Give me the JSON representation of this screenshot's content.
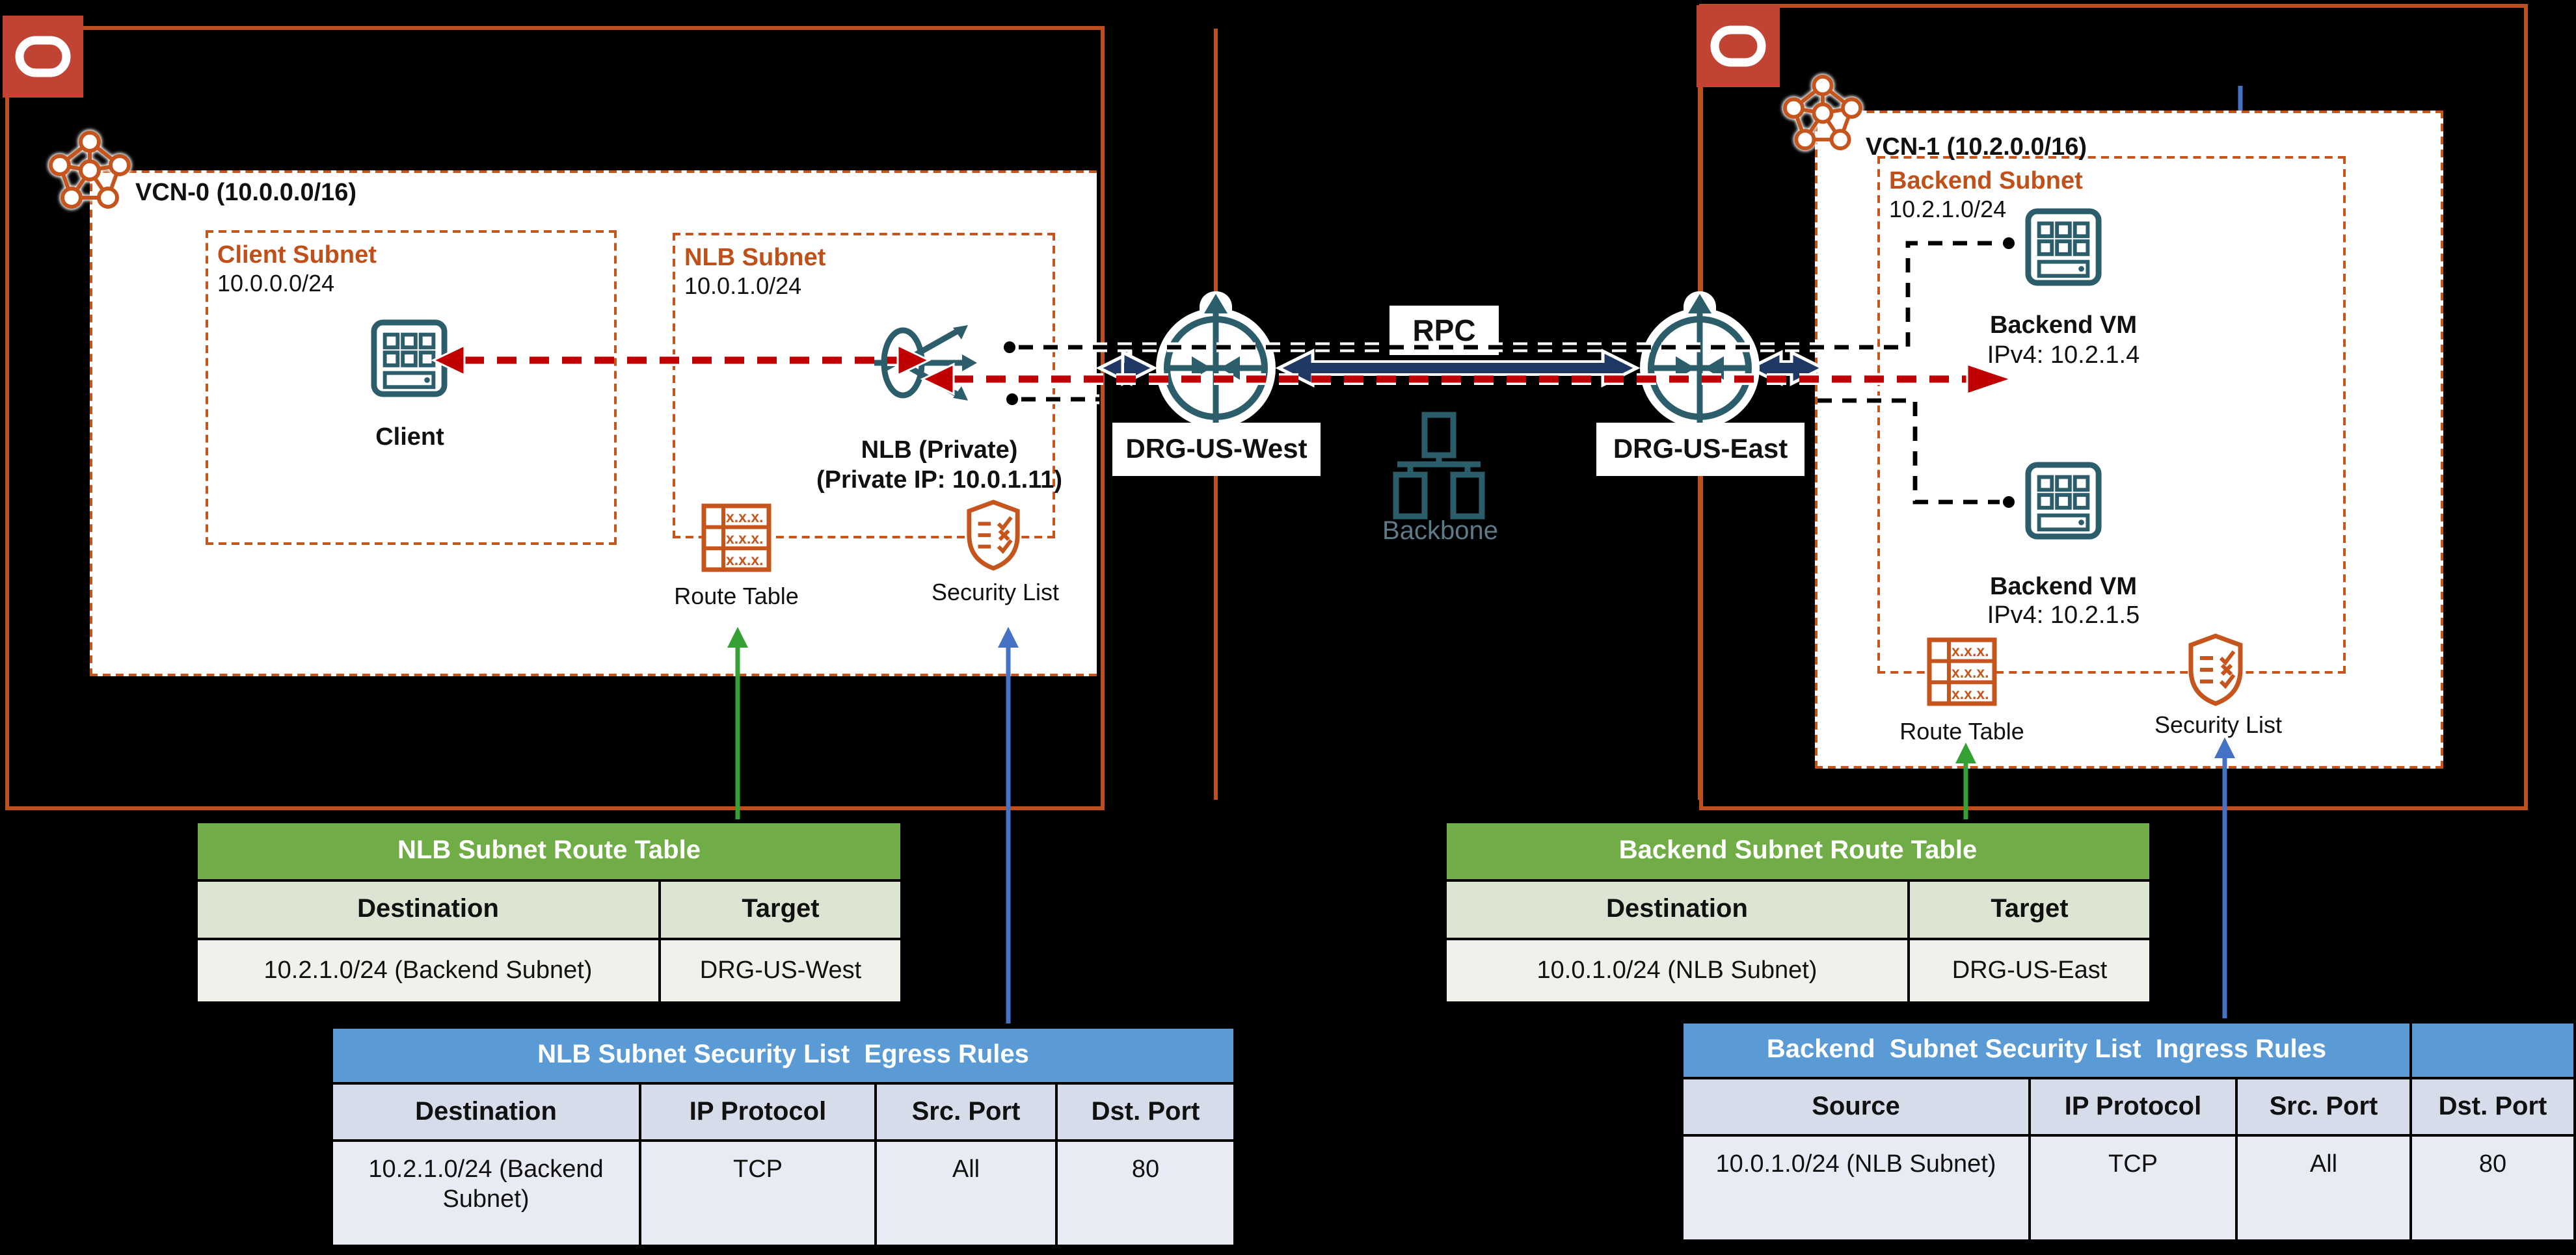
{
  "regions": {
    "west": {
      "vcn_label": "VCN-0 (10.0.0.0/16)",
      "client_subnet": {
        "title": "Client Subnet",
        "cidr": "10.0.0.0/24",
        "client_label": "Client"
      },
      "nlb_subnet": {
        "title": "NLB Subnet",
        "cidr": "10.0.1.0/24",
        "nlb_line1": "NLB (Private)",
        "nlb_line2": "(Private IP: 10.0.1.11)",
        "route_table_label": "Route Table",
        "security_list_label": "Security List"
      },
      "drg_label": "DRG-US-West"
    },
    "east": {
      "vcn_label": "VCN-1 (10.2.0.0/16)",
      "backend_subnet": {
        "title": "Backend Subnet",
        "cidr": "10.2.1.0/24",
        "vm1_label": "Backend VM",
        "vm1_ip": "IPv4: 10.2.1.4",
        "vm2_label": "Backend VM",
        "vm2_ip": "IPv4: 10.2.1.5",
        "route_table_label": "Route Table",
        "security_list_label": "Security List"
      },
      "drg_label": "DRG-US-East"
    }
  },
  "middle": {
    "rpc_label": "RPC",
    "backbone_label": "Backbone"
  },
  "icons": {
    "route_table_cell_text": "x.x.x."
  },
  "tables": {
    "nlb_route": {
      "title": "NLB Subnet Route Table",
      "headers": [
        "Destination",
        "Target"
      ],
      "rows": [
        [
          "10.2.1.0/24 (Backend Subnet)",
          "DRG-US-West"
        ]
      ]
    },
    "backend_route": {
      "title": "Backend Subnet Route Table",
      "headers": [
        "Destination",
        "Target"
      ],
      "rows": [
        [
          "10.0.1.0/24 (NLB Subnet)",
          "DRG-US-East"
        ]
      ]
    },
    "nlb_seclist": {
      "title": "NLB Subnet Security List  Egress Rules",
      "headers": [
        "Destination",
        "IP Protocol",
        "Src. Port",
        "Dst. Port"
      ],
      "rows": [
        [
          "10.2.1.0/24 (Backend Subnet)",
          "TCP",
          "All",
          "80"
        ]
      ]
    },
    "backend_seclist": {
      "title": "Backend  Subnet Security List  Ingress Rules",
      "headers": [
        "Source",
        "IP Protocol",
        "Src. Port",
        "Dst. Port"
      ],
      "rows": [
        [
          "10.0.1.0/24 (NLB Subnet)",
          "TCP",
          "All",
          "80"
        ]
      ]
    }
  },
  "colors": {
    "region_border": "#BC4F1D",
    "subnet_dash": "#C5551C",
    "subnet_title": "#C05019",
    "icon_teal": "#2C5D6B",
    "drg_navy": "#1F3864",
    "flow_red": "#C00000",
    "route_arrow_green": "#35A135",
    "seclist_arrow_blue": "#4472C4",
    "table_header_green": "#70AD47",
    "table_header_blue": "#5B9BD5",
    "oracle_red": "#C04334",
    "backbone_text": "#5E7A87",
    "background": "#000000"
  }
}
